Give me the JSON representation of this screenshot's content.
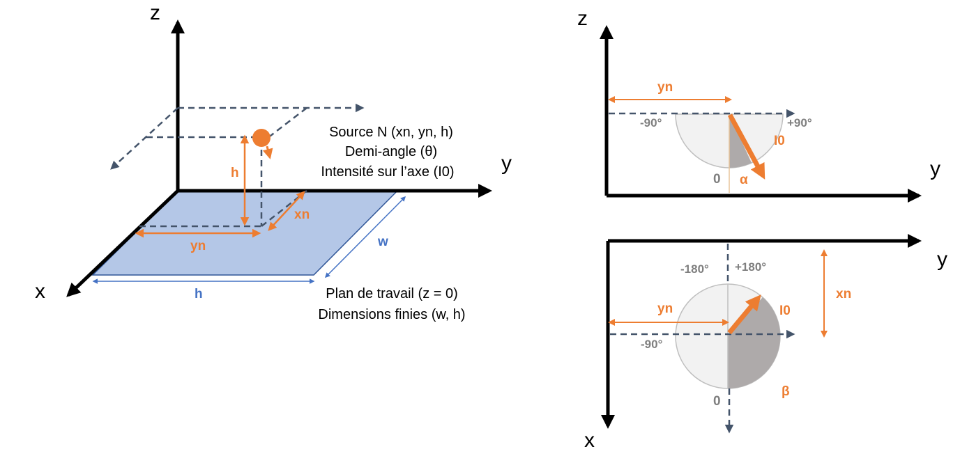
{
  "left": {
    "axis_z": "z",
    "axis_y": "y",
    "axis_x": "x",
    "label_h_vertical": "h",
    "label_xn": "xn",
    "label_yn": "yn",
    "label_w": "w",
    "label_h_plane": "h",
    "source_line1": "Source N (xn, yn, h)",
    "source_line2": "Demi-angle (θ)",
    "source_line3": "Intensité sur l’axe (I0)",
    "plane_line1": "Plan de travail (z = 0)",
    "plane_line2": "Dimensions finies (w, h)"
  },
  "top_right": {
    "axis_z": "z",
    "axis_y": "y",
    "label_yn": "yn",
    "label_minus90": "-90°",
    "label_plus90": "+90°",
    "label_zero": "0",
    "label_I0": "I0",
    "label_alpha": "α"
  },
  "bottom_right": {
    "axis_y": "y",
    "axis_x": "x",
    "label_minus180": "-180°",
    "label_plus180": "+180°",
    "label_yn": "yn",
    "label_xn": "xn",
    "label_minus90": "-90°",
    "label_zero": "0",
    "label_I0": "I0",
    "label_beta": "β"
  },
  "colors": {
    "orange": "#ED7D31",
    "blue": "#4472C4",
    "plane_fill": "#B4C7E7",
    "dashed": "#44546A",
    "grey_light": "#F2F2F2",
    "grey_dark": "#AEAAAA"
  }
}
